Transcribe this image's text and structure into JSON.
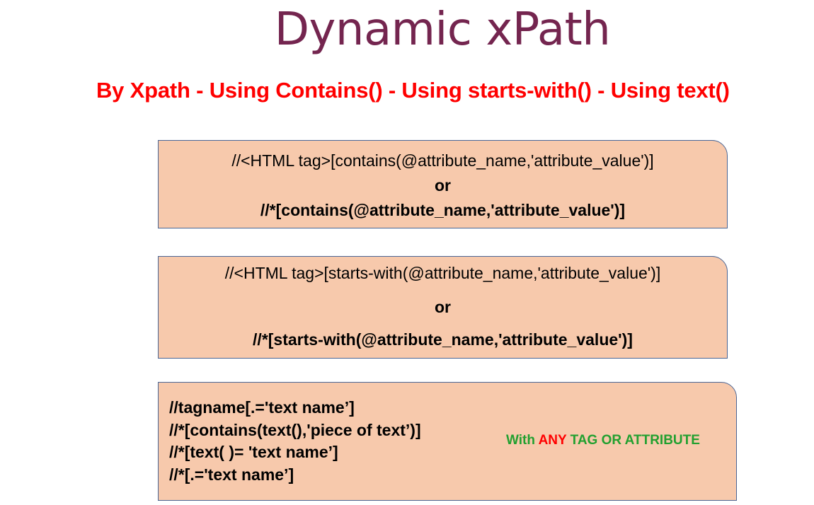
{
  "title": "Dynamic xPath",
  "subtitle": "By Xpath - Using Contains() - Using starts-with() - Using text()",
  "box_contains": {
    "line1": "//<HTML tag>[contains(@attribute_name,'attribute_value')]",
    "or": "or",
    "line2": "//*[contains(@attribute_name,'attribute_value')]"
  },
  "box_starts_with": {
    "line1": "//<HTML tag>[starts-with(@attribute_name,'attribute_value')]",
    "or": "or",
    "line2": "//*[starts-with(@attribute_name,'attribute_value')]"
  },
  "box_text": {
    "lines": [
      "//tagname[.='text name’]",
      "//*[contains(text(),'piece of text’)]",
      "//*[text( )= 'text name’]",
      "//*[.='text name’]"
    ],
    "note": {
      "part1": "With ",
      "part2": "ANY",
      "part3": " TAG OR ATTRIBUTE"
    }
  },
  "colors": {
    "title": "#74254f",
    "subtitle": "#ff0000",
    "box_fill": "#f7c9ac",
    "box_border": "#4a6594",
    "note_green": "#22a030",
    "note_red": "#ff0000"
  }
}
